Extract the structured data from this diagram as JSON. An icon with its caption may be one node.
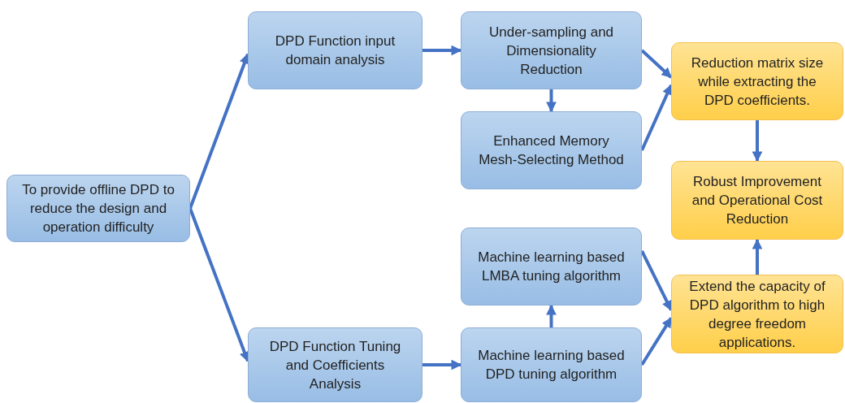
{
  "diagram": {
    "nodes": [
      {
        "text": [
          "To provide offline DPD to reduce the design and operation difficulty"
        ]
      },
      {
        "text": [
          "DPD Function input domain analysis"
        ]
      },
      {
        "text": [
          "Under-sampling and Dimensionality Reduction"
        ]
      },
      {
        "text": [
          "Enhanced Memory Mesh-Selecting Method"
        ]
      },
      {
        "text": [
          "Reduction matrix size while extracting the DPD coefficients."
        ]
      },
      {
        "text": [
          "Robust Improvement and Operational Cost Reduction"
        ]
      },
      {
        "text": [
          "Machine learning based LMBA tuning algorithm"
        ]
      },
      {
        "text": [
          "DPD Function Tuning and Coefficients Analysis"
        ]
      },
      {
        "text": [
          "Machine learning based DPD tuning algorithm"
        ]
      },
      {
        "text": [
          "Extend the capacity of DPD algorithm to high degree freedom applications."
        ]
      }
    ],
    "edges": [
      {
        "from": 0,
        "to": 1,
        "arrow": "to"
      },
      {
        "from": 0,
        "to": 7,
        "arrow": "to"
      },
      {
        "from": 1,
        "to": 2,
        "arrow": "to"
      },
      {
        "from": 2,
        "to": 3,
        "arrow": "to"
      },
      {
        "from": 2,
        "to": 4,
        "arrow": "to"
      },
      {
        "from": 3,
        "to": 4,
        "arrow": "to"
      },
      {
        "from": 4,
        "to": 5,
        "arrow": "to"
      },
      {
        "from": 7,
        "to": 8,
        "arrow": "to"
      },
      {
        "from": 8,
        "to": 6,
        "arrow": "to"
      },
      {
        "from": 6,
        "to": 9,
        "arrow": "to"
      },
      {
        "from": 8,
        "to": 9,
        "arrow": "to"
      },
      {
        "from": 9,
        "to": 5,
        "arrow": "to"
      }
    ]
  }
}
